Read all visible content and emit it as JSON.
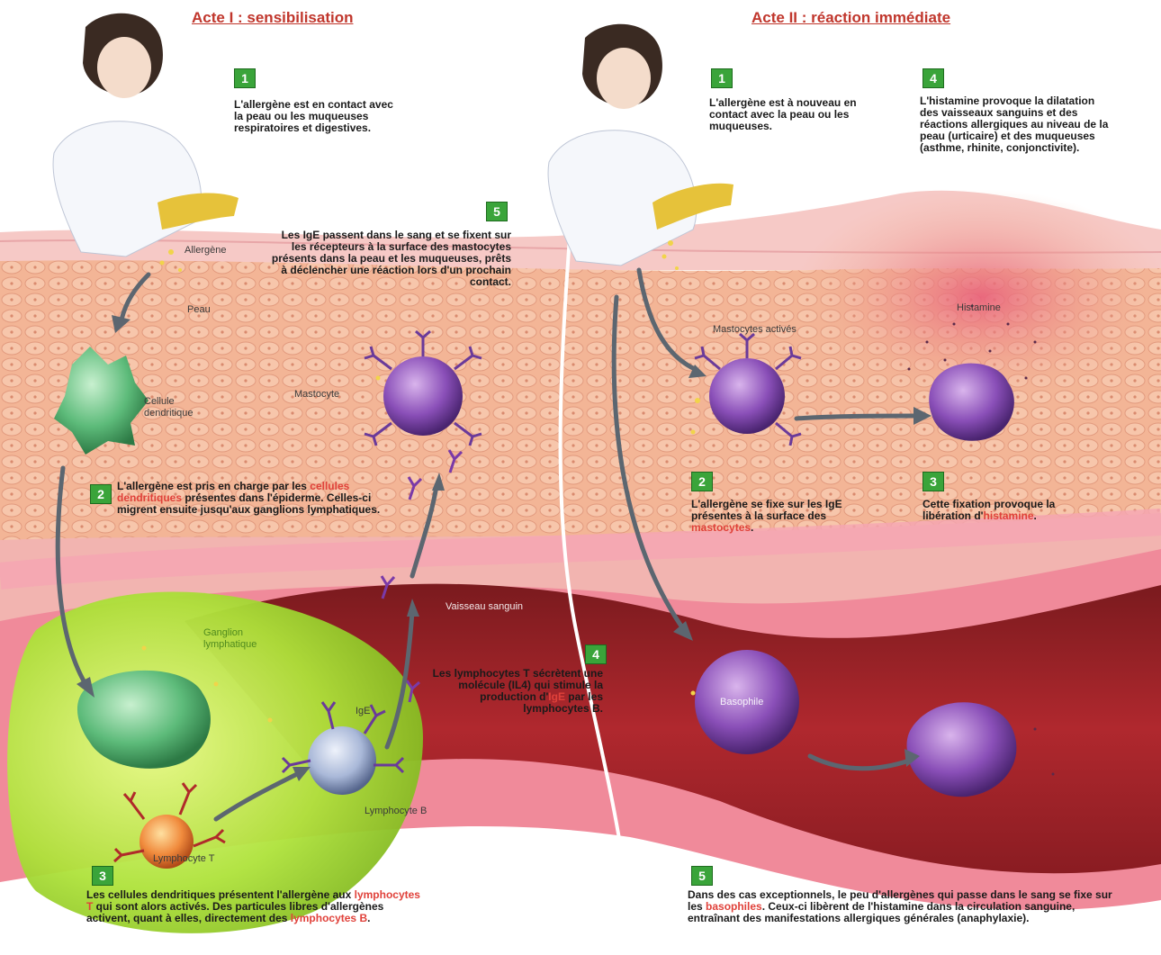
{
  "acts": {
    "act1": "Acte I : sensibilisation",
    "act2": "Acte II : réaction immédiate"
  },
  "steps_act1": {
    "s1": {
      "num": "1",
      "text": "L'allergène est en contact avec la peau ou les muqueuses respiratoires et digestives."
    },
    "s2": {
      "num": "2",
      "pre": "L'allergène est pris en charge par les ",
      "hl": "cellules dendritiques",
      "post": " présentes dans l'épiderme. Celles-ci migrent ensuite jusqu'aux ganglions lymphatiques."
    },
    "s3": {
      "num": "3",
      "pre": "Les cellules dendritiques présentent l'allergène aux ",
      "hl1": "lymphocytes T",
      "mid": " qui sont alors activés. Des particules libres d'allergènes activent, quant à elles, directement des ",
      "hl2": "lymphocytes B",
      "post": "."
    },
    "s4": {
      "num": "4",
      "pre": "Les lymphocytes T sécrètent une molécule (IL4) qui stimule la production d'",
      "hl": "IgE",
      "post": " par les lymphocytes B."
    },
    "s5": {
      "num": "5",
      "text": "Les IgE passent dans le sang et se fixent sur les récepteurs à la surface des mastocytes présents dans la peau et les muqueuses, prêts à déclencher une réaction lors d'un prochain contact."
    }
  },
  "steps_act2": {
    "s1": {
      "num": "1",
      "text": "L'allergène est à nouveau en contact avec la peau ou les muqueuses."
    },
    "s2": {
      "num": "2",
      "pre": "L'allergène se fixe sur les IgE présentes à la surface des ",
      "hl": "mastocytes",
      "post": "."
    },
    "s3": {
      "num": "3",
      "pre": "Cette fixation provoque la libération d'",
      "hl": "histamine",
      "post": "."
    },
    "s4": {
      "num": "4",
      "text": "L'histamine provoque la dilatation des vaisseaux sanguins et des réactions allergiques au niveau de la peau (urticaire) et des muqueuses (asthme, rhinite, conjonctivite)."
    },
    "s5": {
      "num": "5",
      "pre": "Dans des cas exceptionnels, le peu d'allergènes qui passe dans le sang se fixe sur les ",
      "hl": "basophiles",
      "post": ". Ceux-ci libèrent de l'histamine dans la circulation sanguine, entraînant des manifestations allergiques générales (anaphylaxie)."
    }
  },
  "labels": {
    "allergene": "Allergène",
    "peau": "Peau",
    "cellule_dendritique": "Cellule dendritique",
    "mastocyte": "Mastocyte",
    "vaisseau": "Vaisseau sanguin",
    "ganglion": "Ganglion lymphatique",
    "ige": "IgE",
    "lymphocyte_b": "Lymphocyte B",
    "lymphocyte_t": "Lymphocyte T",
    "mastocytes_actives": "Mastocytes activés",
    "histamine": "Histamine",
    "basophile": "Basophile"
  },
  "colors": {
    "title": "#c0362c",
    "highlight": "#e0413a",
    "step_box": "#3aa43a",
    "skin": "#f2b79a",
    "vessel": "#b0282e",
    "lymph_node": "#aee23a",
    "mastocyte": "#8a4fb8",
    "dendritic": "#5dbb7a",
    "lymphocyte_b": "#a9b8d8",
    "lymphocyte_t": "#f08a3c"
  }
}
